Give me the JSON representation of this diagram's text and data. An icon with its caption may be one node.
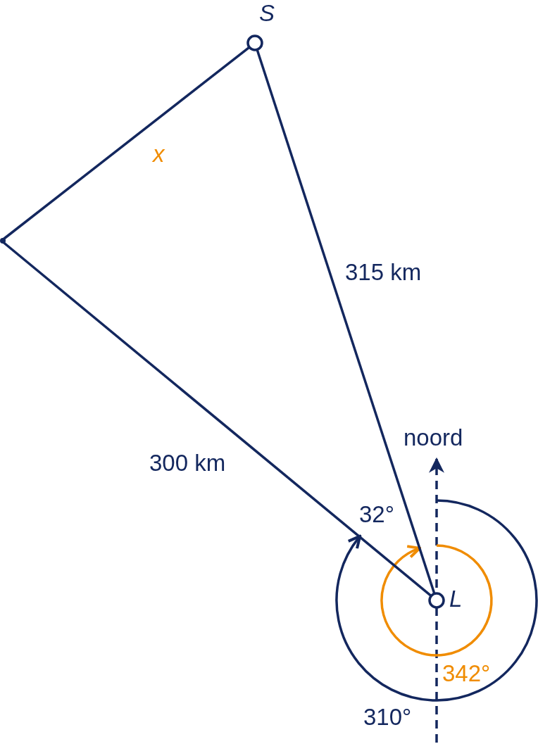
{
  "diagram": {
    "nodes": [
      {
        "text": [
          "S"
        ]
      },
      {
        "text": [],
        "shape": "point"
      },
      {
        "text": [
          "L"
        ]
      }
    ],
    "edges": [
      {
        "from": 2,
        "to": 1,
        "arrow": "none",
        "label": "300 km"
      },
      {
        "from": 2,
        "to": 0,
        "arrow": "none",
        "label": "315 km"
      },
      {
        "from": 1,
        "to": 0,
        "arrow": "none",
        "label": "x"
      }
    ],
    "labels": [
      "noord",
      "32°",
      "342°",
      "310°"
    ]
  }
}
